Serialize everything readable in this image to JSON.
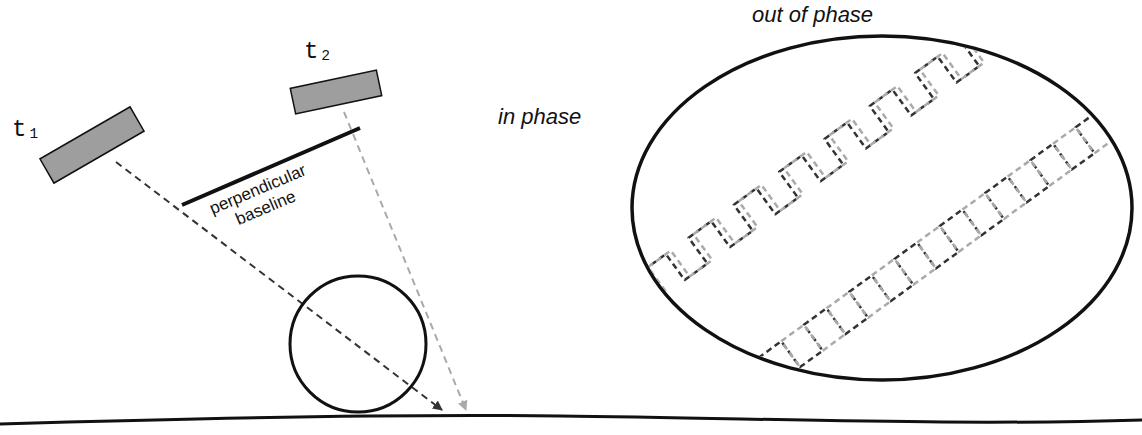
{
  "diagram": {
    "labels": [
      "t₁",
      "t₂",
      "perpendicular baseline",
      "in phase",
      "out of phase"
    ]
  }
}
